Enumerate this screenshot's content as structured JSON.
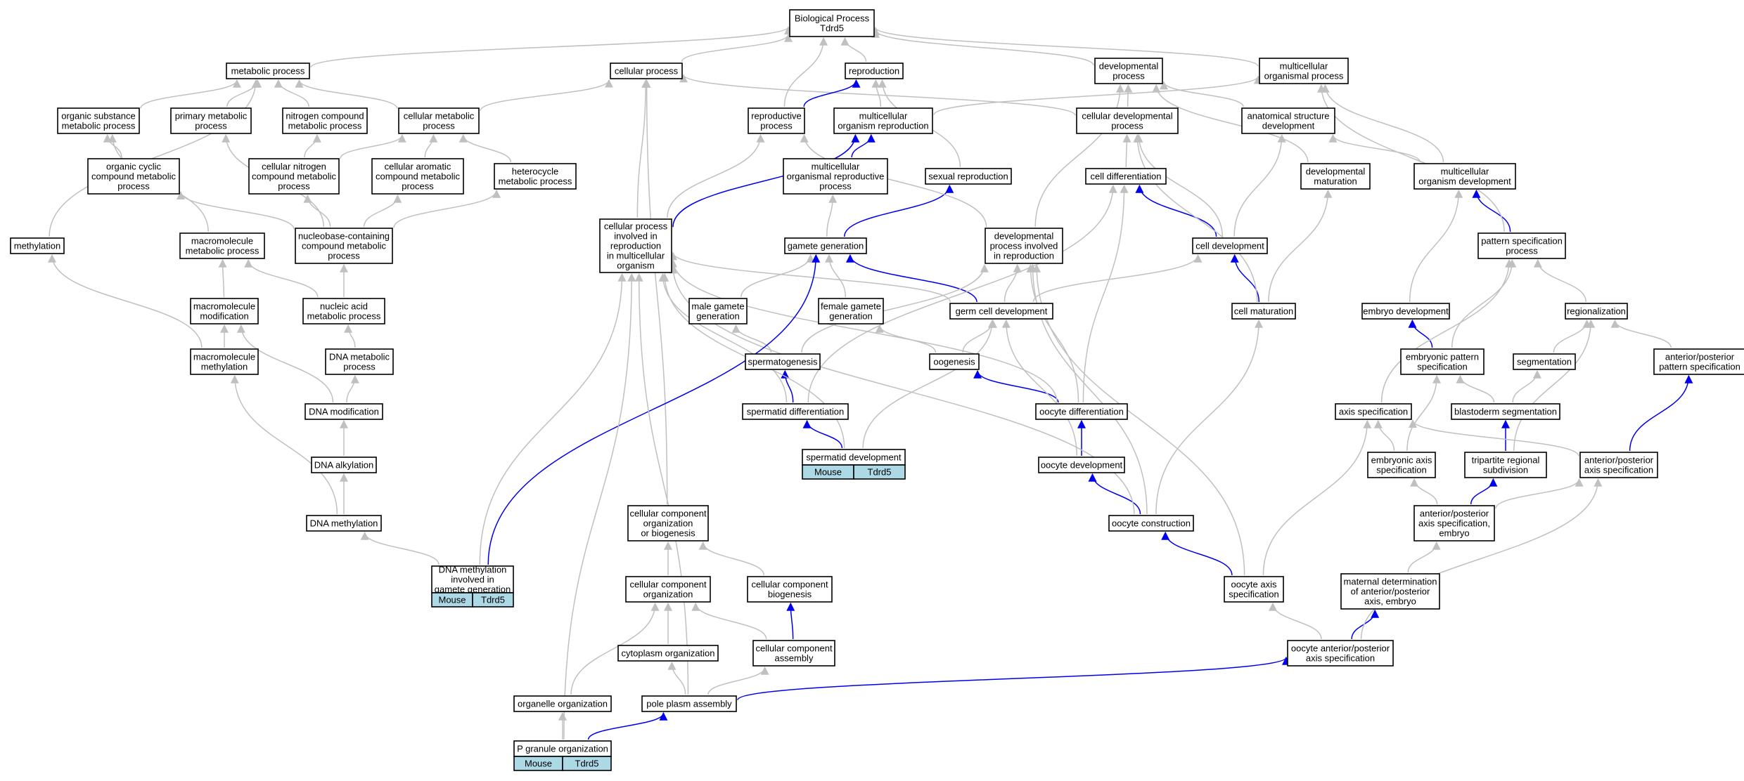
{
  "title": "Biological Process\nTdrd5",
  "colors": {
    "gray_edge": "#c0c0c0",
    "blue_edge": "#0000ee",
    "annotation_fill": "#add8e6"
  },
  "nodes": {
    "root": "Biological Process\nTdrd5",
    "metabolic_process": "metabolic process",
    "cellular_process": "cellular process",
    "reproduction": "reproduction",
    "developmental_process": "developmental\nprocess",
    "multicellular_organismal_process": "multicellular\norganismal process",
    "organic_substance_metabolic_process": "organic substance\nmetabolic process",
    "primary_metabolic_process": "primary metabolic\nprocess",
    "nitrogen_compound_metabolic_process": "nitrogen compound\nmetabolic process",
    "cellular_metabolic_process": "cellular metabolic\nprocess",
    "reproductive_process": "reproductive\nprocess",
    "multicellular_organism_reproduction": "multicellular\norganism reproduction",
    "cellular_developmental_process": "cellular developmental\nprocess",
    "anatomical_structure_development": "anatomical structure\ndevelopment",
    "organic_cyclic_compound_metabolic_process": "organic cyclic\ncompound metabolic\nprocess",
    "cellular_nitrogen_compound_metabolic_process": "cellular nitrogen\ncompound metabolic\nprocess",
    "cellular_aromatic_compound_metabolic_process": "cellular aromatic\ncompound metabolic\nprocess",
    "heterocycle_metabolic_process": "heterocycle\nmetabolic process",
    "multicellular_organismal_reproductive_process": "multicellular\norganismal reproductive\nprocess",
    "sexual_reproduction": "sexual reproduction",
    "cell_differentiation": "cell differentiation",
    "developmental_maturation": "developmental\nmaturation",
    "multicellular_organism_development": "multicellular\norganism development",
    "methylation": "methylation",
    "macromolecule_metabolic_process": "macromolecule\nmetabolic process",
    "nucleobase_containing_compound_metabolic_process": "nucleobase-containing\ncompound metabolic\nprocess",
    "cellular_process_involved_in_reproduction": "cellular process\ninvolved in\nreproduction\nin multicellular\norganism",
    "gamete_generation": "gamete generation",
    "developmental_process_involved_in_reproduction": "developmental\nprocess involved\nin reproduction",
    "cell_development": "cell development",
    "pattern_specification_process": "pattern specification\nprocess",
    "macromolecule_modification": "macromolecule\nmodification",
    "nucleic_acid_metabolic_process": "nucleic acid\nmetabolic process",
    "male_gamete_generation": "male gamete\ngeneration",
    "female_gamete_generation": "female gamete\ngeneration",
    "germ_cell_development": "germ cell development",
    "cell_maturation": "cell maturation",
    "embryo_development": "embryo development",
    "regionalization": "regionalization",
    "macromolecule_methylation": "macromolecule\nmethylation",
    "dna_metabolic_process": "DNA metabolic\nprocess",
    "spermatogenesis": "spermatogenesis",
    "oogenesis": "oogenesis",
    "embryonic_pattern_specification": "embryonic pattern\nspecification",
    "segmentation": "segmentation",
    "anterior_posterior_pattern_specification": "anterior/posterior\npattern specification",
    "dna_modification": "DNA modification",
    "spermatid_differentiation": "spermatid differentiation",
    "oocyte_differentiation": "oocyte differentiation",
    "axis_specification": "axis specification",
    "blastoderm_segmentation": "blastoderm segmentation",
    "spermatid_development": "spermatid development",
    "dna_alkylation": "DNA alkylation",
    "oocyte_development": "oocyte development",
    "embryonic_axis_specification": "embryonic axis\nspecification",
    "tripartite_regional_subdivision": "tripartite regional\nsubdivision",
    "anterior_posterior_axis_specification": "anterior/posterior\naxis specification",
    "dna_methylation": "DNA methylation",
    "cellular_component_organization_or_biogenesis": "cellular component\norganization\nor biogenesis",
    "oocyte_construction": "oocyte construction",
    "anterior_posterior_axis_specification_embryo": "anterior/posterior\naxis specification,\nembryo",
    "dna_methylation_involved_in_gamete_generation": "DNA methylation\ninvolved in\ngamete generation",
    "cellular_component_organization": "cellular component\norganization",
    "cellular_component_biogenesis": "cellular component\nbiogenesis",
    "oocyte_axis_specification": "oocyte axis\nspecification",
    "maternal_determination": "maternal determination\nof anterior/posterior\naxis, embryo",
    "cytoplasm_organization": "cytoplasm organization",
    "cellular_component_assembly": "cellular component\nassembly",
    "oocyte_anterior_posterior_axis_specification": "oocyte anterior/posterior\naxis specification",
    "organelle_organization": "organelle organization",
    "pole_plasm_assembly": "pole plasm assembly",
    "p_granule_organization": "P granule organization"
  },
  "annotations": {
    "spermatid_development": [
      "Mouse",
      "Tdrd5"
    ],
    "dna_methylation_involved_in_gamete_generation": [
      "Mouse",
      "Tdrd5"
    ],
    "p_granule_organization": [
      "Mouse",
      "Tdrd5"
    ]
  },
  "edges": [
    [
      "metabolic_process",
      "root",
      "g"
    ],
    [
      "cellular_process",
      "root",
      "g"
    ],
    [
      "reproduction",
      "root",
      "g"
    ],
    [
      "developmental_process",
      "root",
      "g"
    ],
    [
      "multicellular_organismal_process",
      "root",
      "g"
    ],
    [
      "organic_substance_metabolic_process",
      "metabolic_process",
      "g"
    ],
    [
      "primary_metabolic_process",
      "metabolic_process",
      "g"
    ],
    [
      "nitrogen_compound_metabolic_process",
      "metabolic_process",
      "g"
    ],
    [
      "cellular_metabolic_process",
      "metabolic_process",
      "g"
    ],
    [
      "methylation",
      "metabolic_process",
      "g"
    ],
    [
      "cellular_metabolic_process",
      "cellular_process",
      "g"
    ],
    [
      "cellular_developmental_process",
      "cellular_process",
      "g"
    ],
    [
      "reproductive_process",
      "root",
      "g"
    ],
    [
      "reproductive_process",
      "reproduction",
      "b"
    ],
    [
      "multicellular_organism_reproduction",
      "reproduction",
      "g"
    ],
    [
      "multicellular_organism_reproduction",
      "multicellular_organismal_process",
      "g"
    ],
    [
      "sexual_reproduction",
      "reproduction",
      "g"
    ],
    [
      "cellular_developmental_process",
      "developmental_process",
      "g"
    ],
    [
      "anatomical_structure_development",
      "developmental_process",
      "g"
    ],
    [
      "developmental_maturation",
      "developmental_process",
      "g"
    ],
    [
      "multicellular_organism_development",
      "multicellular_organismal_process",
      "g"
    ],
    [
      "multicellular_organism_development",
      "anatomical_structure_development",
      "g"
    ],
    [
      "organic_cyclic_compound_metabolic_process",
      "organic_substance_metabolic_process",
      "g"
    ],
    [
      "cellular_nitrogen_compound_metabolic_process",
      "nitrogen_compound_metabolic_process",
      "g"
    ],
    [
      "cellular_nitrogen_compound_metabolic_process",
      "cellular_metabolic_process",
      "g"
    ],
    [
      "cellular_aromatic_compound_metabolic_process",
      "cellular_metabolic_process",
      "g"
    ],
    [
      "heterocycle_metabolic_process",
      "cellular_metabolic_process",
      "g"
    ],
    [
      "multicellular_organismal_reproductive_process",
      "multicellular_organism_reproduction",
      "b"
    ],
    [
      "cell_differentiation",
      "cellular_developmental_process",
      "g"
    ],
    [
      "macromolecule_metabolic_process",
      "organic_substance_metabolic_process",
      "g"
    ],
    [
      "nucleobase_containing_compound_metabolic_process",
      "organic_cyclic_compound_metabolic_process",
      "g"
    ],
    [
      "nucleobase_containing_compound_metabolic_process",
      "cellular_nitrogen_compound_metabolic_process",
      "g"
    ],
    [
      "nucleobase_containing_compound_metabolic_process",
      "cellular_aromatic_compound_metabolic_process",
      "g"
    ],
    [
      "nucleobase_containing_compound_metabolic_process",
      "heterocycle_metabolic_process",
      "g"
    ],
    [
      "nucleobase_containing_compound_metabolic_process",
      "primary_metabolic_process",
      "g"
    ],
    [
      "cellular_process_involved_in_reproduction",
      "multicellular_organism_reproduction",
      "b"
    ],
    [
      "cellular_process_involved_in_reproduction",
      "cellular_process",
      "g"
    ],
    [
      "cellular_process_involved_in_reproduction",
      "reproductive_process",
      "g"
    ],
    [
      "gamete_generation",
      "sexual_reproduction",
      "b"
    ],
    [
      "gamete_generation",
      "multicellular_organismal_reproductive_process",
      "g"
    ],
    [
      "developmental_process_involved_in_reproduction",
      "reproductive_process",
      "g"
    ],
    [
      "developmental_process_involved_in_reproduction",
      "developmental_process",
      "g"
    ],
    [
      "cell_development",
      "cell_differentiation",
      "b"
    ],
    [
      "cell_development",
      "anatomical_structure_development",
      "g"
    ],
    [
      "cell_development",
      "cellular_developmental_process",
      "g"
    ],
    [
      "pattern_specification_process",
      "multicellular_organism_development",
      "b"
    ],
    [
      "pattern_specification_process",
      "multicellular_organismal_process",
      "g"
    ],
    [
      "macromolecule_modification",
      "macromolecule_metabolic_process",
      "g"
    ],
    [
      "nucleic_acid_metabolic_process",
      "macromolecule_metabolic_process",
      "g"
    ],
    [
      "nucleic_acid_metabolic_process",
      "nucleobase_containing_compound_metabolic_process",
      "g"
    ],
    [
      "male_gamete_generation",
      "gamete_generation",
      "g"
    ],
    [
      "female_gamete_generation",
      "gamete_generation",
      "g"
    ],
    [
      "germ_cell_development",
      "gamete_generation",
      "b"
    ],
    [
      "germ_cell_development",
      "cell_development",
      "g"
    ],
    [
      "germ_cell_development",
      "developmental_process_involved_in_reproduction",
      "g"
    ],
    [
      "germ_cell_development",
      "cellular_process_involved_in_reproduction",
      "g"
    ],
    [
      "cell_maturation",
      "cell_development",
      "b"
    ],
    [
      "cell_maturation",
      "developmental_maturation",
      "g"
    ],
    [
      "cell_maturation",
      "cellular_developmental_process",
      "g"
    ],
    [
      "embryo_development",
      "multicellular_organism_development",
      "g"
    ],
    [
      "regionalization",
      "pattern_specification_process",
      "g"
    ],
    [
      "macromolecule_methylation",
      "macromolecule_modification",
      "g"
    ],
    [
      "macromolecule_methylation",
      "methylation",
      "g"
    ],
    [
      "dna_metabolic_process",
      "nucleic_acid_metabolic_process",
      "g"
    ],
    [
      "spermatogenesis",
      "male_gamete_generation",
      "g"
    ],
    [
      "spermatogenesis",
      "developmental_process_involved_in_reproduction",
      "g"
    ],
    [
      "oogenesis",
      "female_gamete_generation",
      "g"
    ],
    [
      "oogenesis",
      "germ_cell_development",
      "g"
    ],
    [
      "embryonic_pattern_specification",
      "embryo_development",
      "b"
    ],
    [
      "embryonic_pattern_specification",
      "pattern_specification_process",
      "g"
    ],
    [
      "segmentation",
      "regionalization",
      "g"
    ],
    [
      "anterior_posterior_pattern_specification",
      "regionalization",
      "g"
    ],
    [
      "dna_modification",
      "dna_metabolic_process",
      "g"
    ],
    [
      "dna_modification",
      "macromolecule_modification",
      "g"
    ],
    [
      "spermatid_differentiation",
      "spermatogenesis",
      "b"
    ],
    [
      "spermatid_differentiation",
      "cell_differentiation",
      "g"
    ],
    [
      "spermatid_differentiation",
      "cellular_process_involved_in_reproduction",
      "g"
    ],
    [
      "oocyte_differentiation",
      "oogenesis",
      "b"
    ],
    [
      "oocyte_differentiation",
      "cell_differentiation",
      "g"
    ],
    [
      "oocyte_differentiation",
      "developmental_process_involved_in_reproduction",
      "g"
    ],
    [
      "oocyte_differentiation",
      "cellular_process_involved_in_reproduction",
      "g"
    ],
    [
      "axis_specification",
      "pattern_specification_process",
      "g"
    ],
    [
      "blastoderm_segmentation",
      "embryonic_pattern_specification",
      "g"
    ],
    [
      "blastoderm_segmentation",
      "segmentation",
      "g"
    ],
    [
      "spermatid_development",
      "spermatid_differentiation",
      "b"
    ],
    [
      "spermatid_development",
      "germ_cell_development",
      "g"
    ],
    [
      "spermatid_development",
      "cellular_process_involved_in_reproduction",
      "g"
    ],
    [
      "dna_alkylation",
      "dna_modification",
      "g"
    ],
    [
      "oocyte_development",
      "oocyte_differentiation",
      "b"
    ],
    [
      "oocyte_development",
      "germ_cell_development",
      "g"
    ],
    [
      "embryonic_axis_specification",
      "axis_specification",
      "g"
    ],
    [
      "embryonic_axis_specification",
      "embryonic_pattern_specification",
      "g"
    ],
    [
      "tripartite_regional_subdivision",
      "blastoderm_segmentation",
      "b"
    ],
    [
      "tripartite_regional_subdivision",
      "regionalization",
      "g"
    ],
    [
      "anterior_posterior_axis_specification",
      "anterior_posterior_pattern_specification",
      "b"
    ],
    [
      "anterior_posterior_axis_specification",
      "axis_specification",
      "g"
    ],
    [
      "dna_methylation",
      "dna_alkylation",
      "g"
    ],
    [
      "dna_methylation",
      "macromolecule_methylation",
      "g"
    ],
    [
      "cellular_component_organization_or_biogenesis",
      "cellular_process",
      "g"
    ],
    [
      "oocyte_construction",
      "oocyte_development",
      "b"
    ],
    [
      "oocyte_construction",
      "cell_maturation",
      "g"
    ],
    [
      "oocyte_construction",
      "developmental_process_involved_in_reproduction",
      "g"
    ],
    [
      "oocyte_construction",
      "cellular_process_involved_in_reproduction",
      "g"
    ],
    [
      "anterior_posterior_axis_specification_embryo",
      "tripartite_regional_subdivision",
      "b"
    ],
    [
      "anterior_posterior_axis_specification_embryo",
      "embryonic_axis_specification",
      "g"
    ],
    [
      "anterior_posterior_axis_specification_embryo",
      "anterior_posterior_axis_specification",
      "g"
    ],
    [
      "dna_methylation_involved_in_gamete_generation",
      "gamete_generation",
      "b"
    ],
    [
      "dna_methylation_involved_in_gamete_generation",
      "dna_methylation",
      "g"
    ],
    [
      "dna_methylation_involved_in_gamete_generation",
      "cellular_process_involved_in_reproduction",
      "g"
    ],
    [
      "cellular_component_organization",
      "cellular_component_organization_or_biogenesis",
      "g"
    ],
    [
      "cellular_component_biogenesis",
      "cellular_component_organization_or_biogenesis",
      "g"
    ],
    [
      "oocyte_axis_specification",
      "oocyte_construction",
      "b"
    ],
    [
      "oocyte_axis_specification",
      "axis_specification",
      "g"
    ],
    [
      "oocyte_axis_specification",
      "developmental_process_involved_in_reproduction",
      "g"
    ],
    [
      "maternal_determination",
      "anterior_posterior_axis_specification_embryo",
      "g"
    ],
    [
      "cytoplasm_organization",
      "cellular_component_organization",
      "g"
    ],
    [
      "cellular_component_assembly",
      "cellular_component_biogenesis",
      "b"
    ],
    [
      "cellular_component_assembly",
      "cellular_component_organization",
      "g"
    ],
    [
      "oocyte_anterior_posterior_axis_specification",
      "maternal_determination",
      "b"
    ],
    [
      "oocyte_anterior_posterior_axis_specification",
      "oocyte_axis_specification",
      "g"
    ],
    [
      "oocyte_anterior_posterior_axis_specification",
      "anterior_posterior_axis_specification",
      "g"
    ],
    [
      "organelle_organization",
      "cellular_component_organization",
      "g"
    ],
    [
      "pole_plasm_assembly",
      "oocyte_anterior_posterior_axis_specification",
      "b"
    ],
    [
      "pole_plasm_assembly",
      "cytoplasm_organization",
      "g"
    ],
    [
      "pole_plasm_assembly",
      "cellular_component_assembly",
      "g"
    ],
    [
      "pole_plasm_assembly",
      "cellular_process_involved_in_reproduction",
      "g"
    ],
    [
      "p_granule_organization",
      "pole_plasm_assembly",
      "b"
    ],
    [
      "p_granule_organization",
      "organelle_organization",
      "g"
    ],
    [
      "p_granule_organization",
      "cellular_process_involved_in_reproduction",
      "g"
    ]
  ]
}
